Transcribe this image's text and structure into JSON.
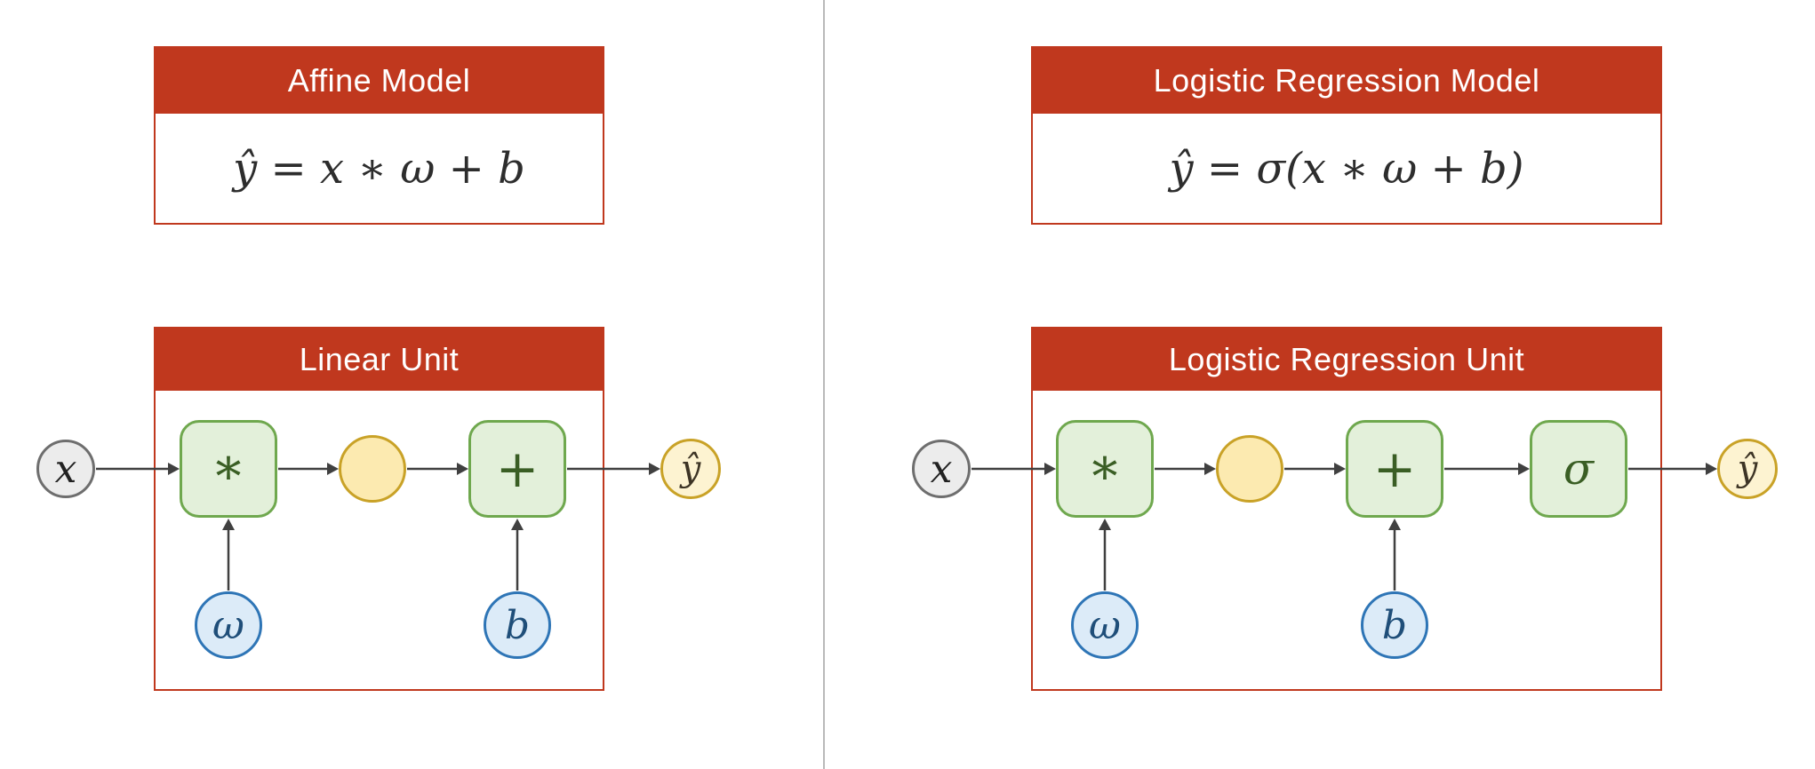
{
  "panels": {
    "left": {
      "model": {
        "title": "Affine Model",
        "formula": "ŷ = x ∗ ω + b"
      },
      "unit": {
        "title": "Linear Unit"
      },
      "nodes": {
        "input": "x",
        "multiply": "∗",
        "intermediate": "",
        "add": "+",
        "weight": "ω",
        "bias": "b",
        "output": "ŷ"
      }
    },
    "right": {
      "model": {
        "title": "Logistic Regression Model",
        "formula": "ŷ = σ(x ∗ ω + b)"
      },
      "unit": {
        "title": "Logistic Regression Unit"
      },
      "nodes": {
        "input": "x",
        "multiply": "∗",
        "intermediate": "",
        "add": "+",
        "sigma": "σ",
        "weight": "ω",
        "bias": "b",
        "output": "ŷ"
      }
    }
  },
  "colors": {
    "header_red": "#c0381e",
    "box_border_red": "#c0381e",
    "green_fill": "#e3f0da",
    "green_border": "#6fa84e",
    "green_text": "#3a5e24",
    "gold_fill": "#fceab0",
    "gold_border": "#c9a227",
    "output_fill": "#fdf3d1",
    "gray_fill": "#ececec",
    "gray_border": "#6e6e6e",
    "blue_fill": "#dcebf8",
    "blue_border": "#2e75b6",
    "blue_text": "#1f4e79",
    "arrow": "#404040",
    "divider": "#b9b9b9"
  }
}
